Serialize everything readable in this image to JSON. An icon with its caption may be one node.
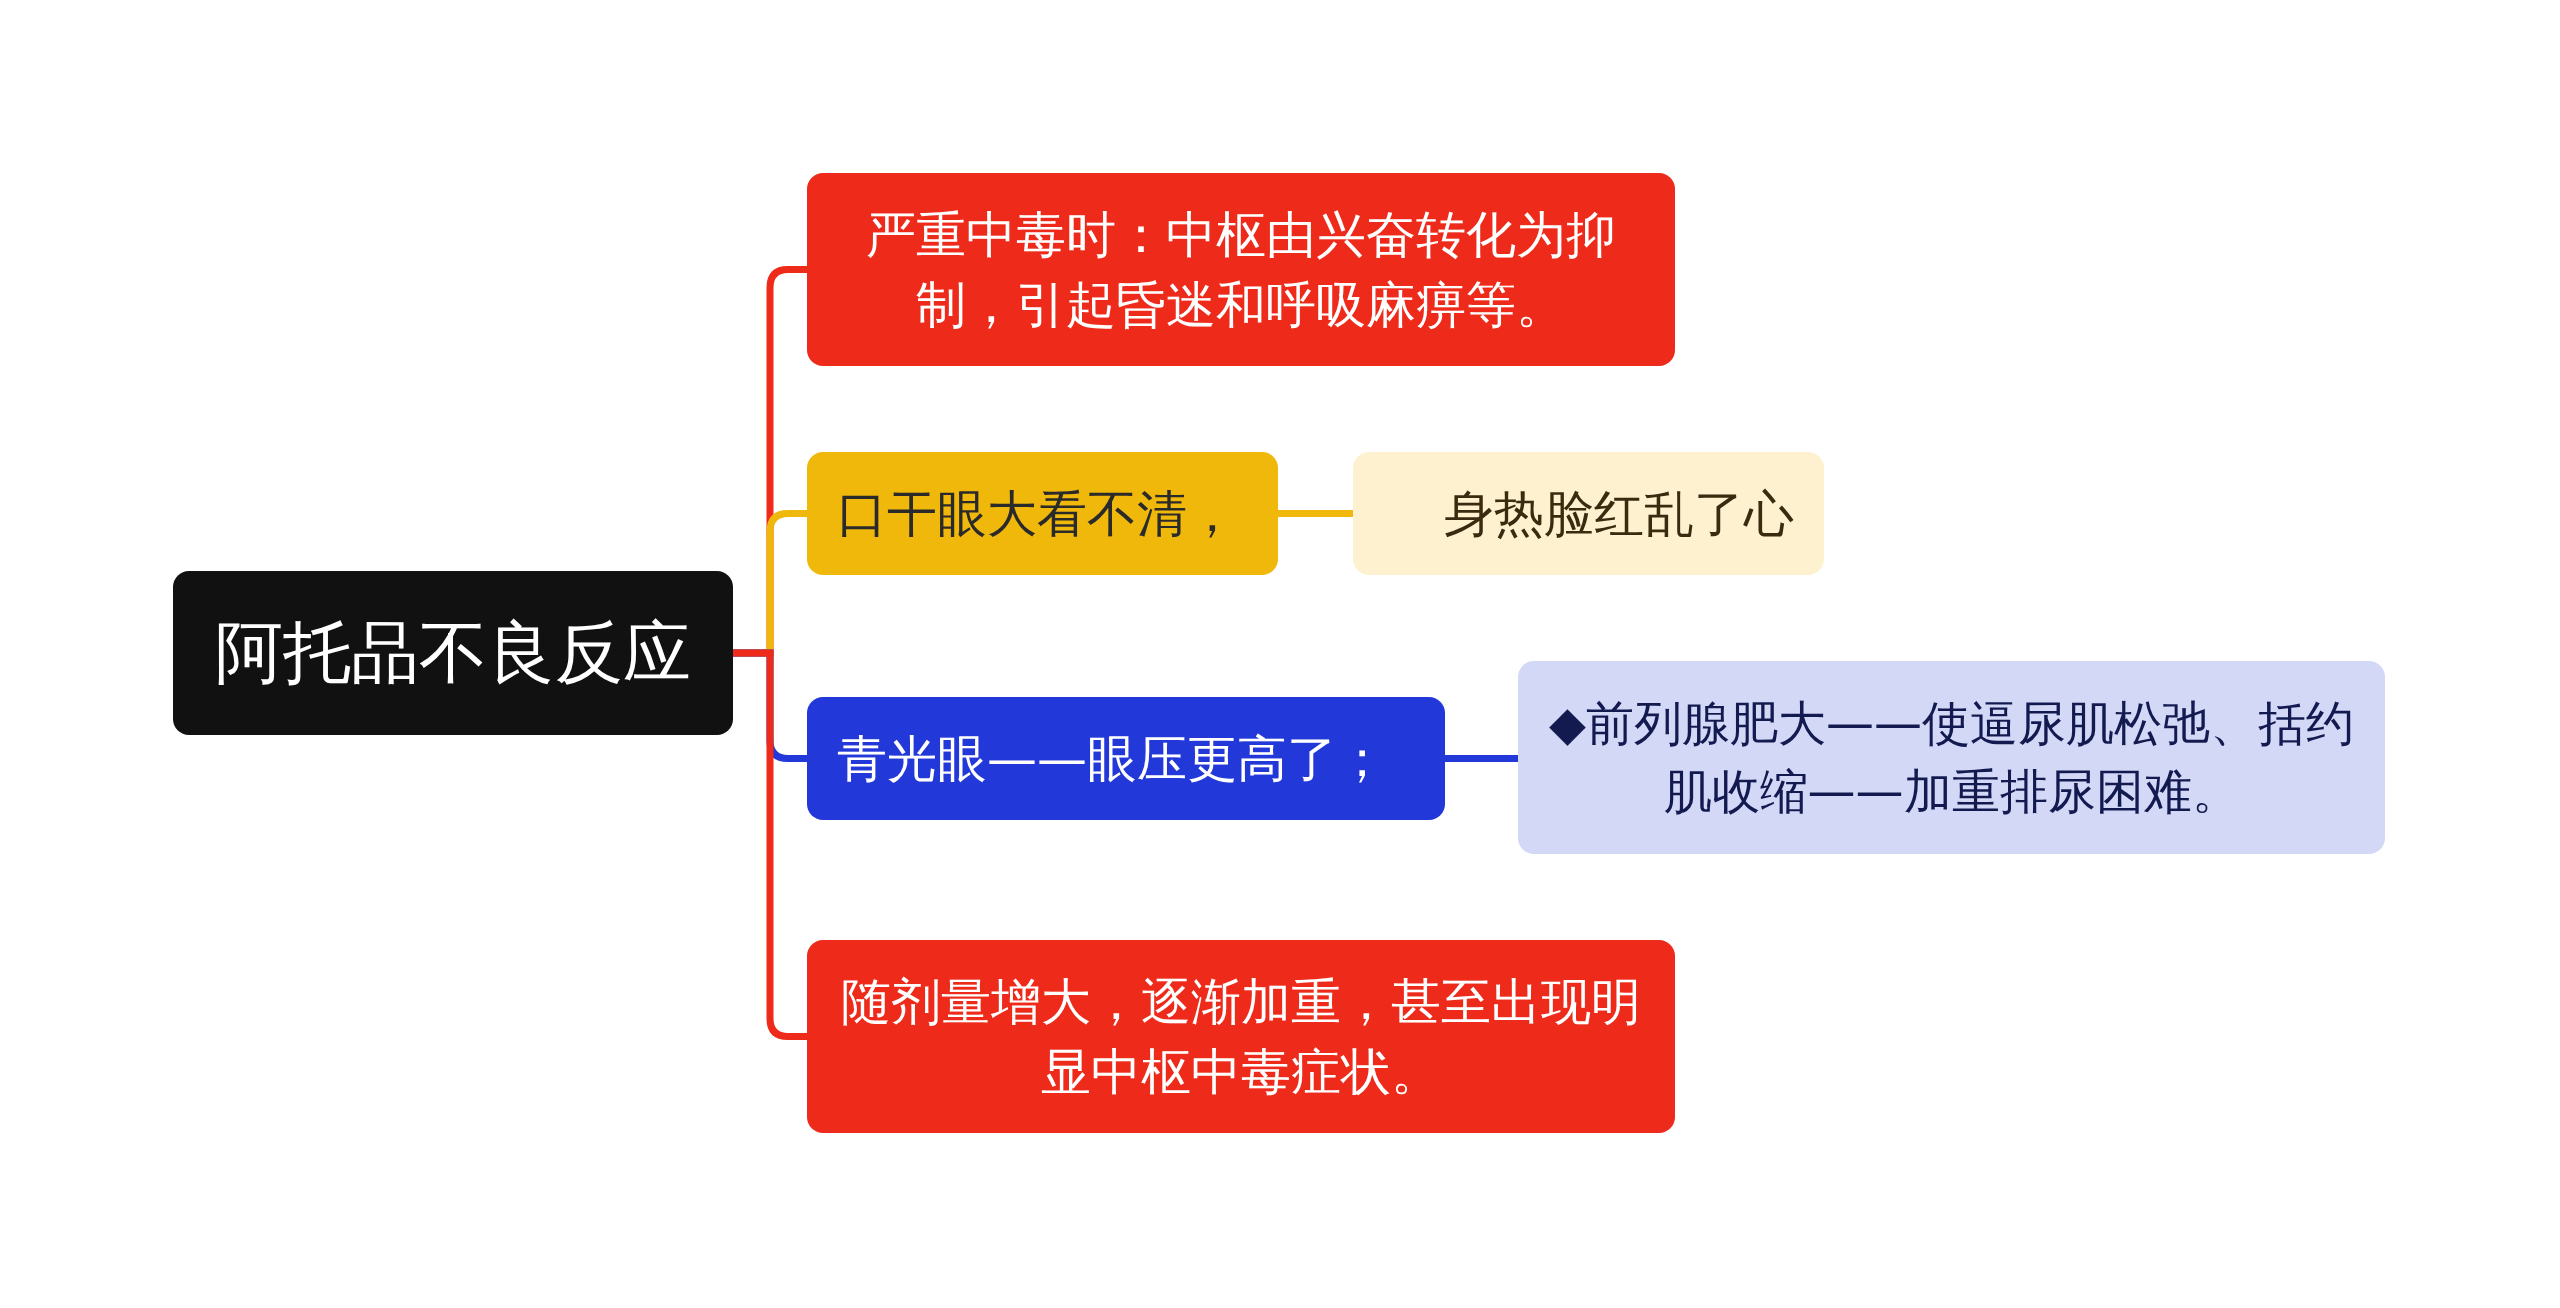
{
  "diagram": {
    "nodes": [
      {
        "text": [
          "阿托品不良反应"
        ]
      },
      {
        "text": [
          "严重中毒时：中枢由兴奋转化为抑制，引起昏迷和呼吸麻痹等。"
        ]
      },
      {
        "text": [
          "口干眼大看不清，"
        ]
      },
      {
        "text": [
          "身热脸红乱了心"
        ]
      },
      {
        "text": [
          "青光眼——眼压更高了；"
        ]
      },
      {
        "text": [
          "◆前列腺肥大——使逼尿肌松弛、括约肌收缩——加重排尿困难。"
        ]
      },
      {
        "text": [
          "随剂量增大，逐渐加重，甚至出现明显中枢中毒症状。"
        ]
      }
    ],
    "edges": [
      {
        "from": 0,
        "to": 1,
        "arrow": "none",
        "color": "#ee2a1b"
      },
      {
        "from": 0,
        "to": 2,
        "arrow": "none",
        "color": "#f0b80b"
      },
      {
        "from": 0,
        "to": 4,
        "arrow": "none",
        "color": "#2238d8"
      },
      {
        "from": 0,
        "to": 6,
        "arrow": "none",
        "color": "#ee2a1b"
      },
      {
        "from": 2,
        "to": 3,
        "arrow": "none",
        "color": "#f0b80b"
      },
      {
        "from": 4,
        "to": 5,
        "arrow": "none",
        "color": "#2238d8"
      }
    ]
  }
}
